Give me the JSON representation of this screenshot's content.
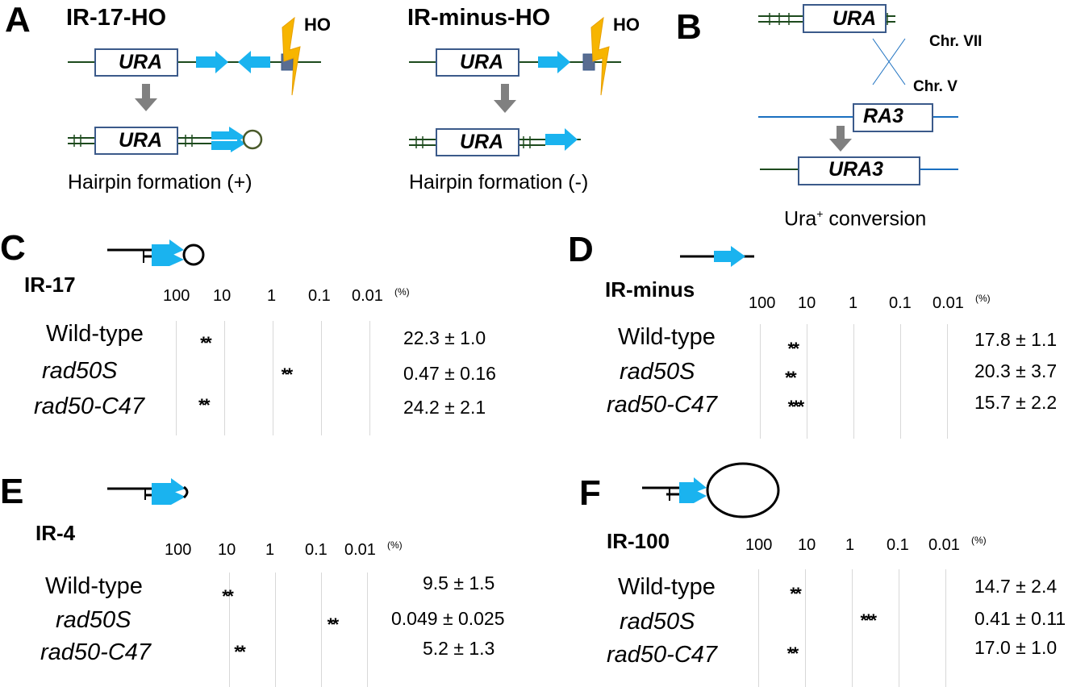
{
  "panel_letters": {
    "a": "A",
    "b": "B",
    "c": "C",
    "d": "D",
    "e": "E",
    "f": "F"
  },
  "panel_a": {
    "left": {
      "title": "IR-17-HO",
      "ho": "HO",
      "box_top": "URA",
      "box_bottom": "URA",
      "caption": "Hairpin formation (+)"
    },
    "right": {
      "title": "IR-minus-HO",
      "ho": "HO",
      "box_top": "URA",
      "box_bottom": "URA",
      "caption": "Hairpin formation (-)"
    }
  },
  "panel_b": {
    "box_ura": "URA",
    "chr7": "Chr. VII",
    "box_ra3": "RA3",
    "chr5": "Chr. V",
    "box_ura3": "URA3",
    "caption_pre": "Ura",
    "caption_sup": "+",
    "caption_post": " conversion"
  },
  "colors": {
    "arrow": "#1ab3ef",
    "dna": "#1d4a1d",
    "chr_blue": "#1a6fc0",
    "box_border": "#3b5a8a",
    "lightning": "#f7b500",
    "grey_arrow": "#808080"
  },
  "charts": {
    "c": {
      "title": "IR-17",
      "ticks": [
        "100",
        "10",
        "1",
        "0.1",
        "0.01"
      ],
      "unit": "(%)",
      "strains": [
        "Wild-type",
        "rad50S",
        "rad50-C47"
      ],
      "values": [
        "22.3 ± 1.0",
        "0.47 ± 0.16",
        "24.2 ± 2.1"
      ],
      "points": [
        [
          22.3,
          22.3
        ],
        [
          0.47,
          0.47
        ],
        [
          24.2,
          24.2
        ]
      ]
    },
    "d": {
      "title": "IR-minus",
      "ticks": [
        "100",
        "10",
        "1",
        "0.1",
        "0.01"
      ],
      "unit": "(%)",
      "strains": [
        "Wild-type",
        "rad50S",
        "rad50-C47"
      ],
      "values": [
        "17.8 ± 1.1",
        "20.3 ± 3.7",
        "15.7 ± 2.2"
      ],
      "points": [
        [
          17.8,
          17.8
        ],
        [
          20.3,
          20.3
        ],
        [
          15.7,
          15.7,
          15.7
        ]
      ]
    },
    "e": {
      "title": "IR-4",
      "ticks": [
        "100",
        "10",
        "1",
        "0.1",
        "0.01"
      ],
      "unit": "(%)",
      "strains": [
        "Wild-type",
        "rad50S",
        "rad50-C47"
      ],
      "values": [
        "9.5 ± 1.5",
        "0.049 ± 0.025",
        "5.2 ± 1.3"
      ],
      "points": [
        [
          9.5,
          9.5
        ],
        [
          0.049,
          0.049
        ],
        [
          5.2,
          5.2
        ]
      ]
    },
    "f": {
      "title": "IR-100",
      "ticks": [
        "100",
        "10",
        "1",
        "0.1",
        "0.01"
      ],
      "unit": "(%)",
      "strains": [
        "Wild-type",
        "rad50S",
        "rad50-C47"
      ],
      "values": [
        "14.7 ±  2.4",
        "0.41 ±  0.11",
        "17.0 ± 1.0"
      ],
      "points": [
        [
          14.7,
          14.7
        ],
        [
          0.41,
          0.41,
          0.41
        ],
        [
          17.0,
          17.0
        ]
      ]
    }
  }
}
